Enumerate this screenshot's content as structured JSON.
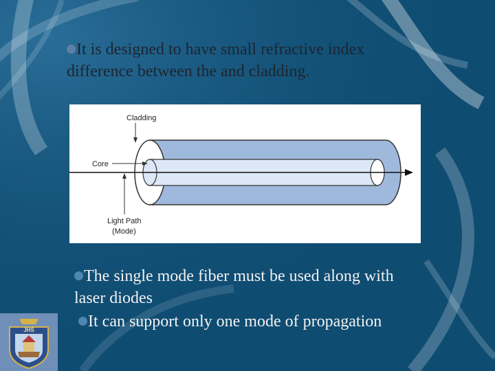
{
  "slide": {
    "bullet1": {
      "line1": "It is designed to have small refractive index",
      "line2": "difference between the and cladding."
    },
    "figure": {
      "cladding_label": "Cladding",
      "core_label": "Core",
      "light_path_label_line1": "Light Path",
      "light_path_label_line2": "(Mode)"
    },
    "bullet2": {
      "line1": "The single mode fiber must be used along with",
      "line2": "laser diodes"
    },
    "bullet3": {
      "line1": "It can support only one mode of propagation"
    },
    "logo": {
      "text": "JHS"
    }
  },
  "colors": {
    "background": "#0f4c72",
    "text": "#f2f2f2",
    "bullet": "#5d7fa8",
    "cladding_fill": "#9fb9dd",
    "core_fill": "#dce8f7"
  }
}
